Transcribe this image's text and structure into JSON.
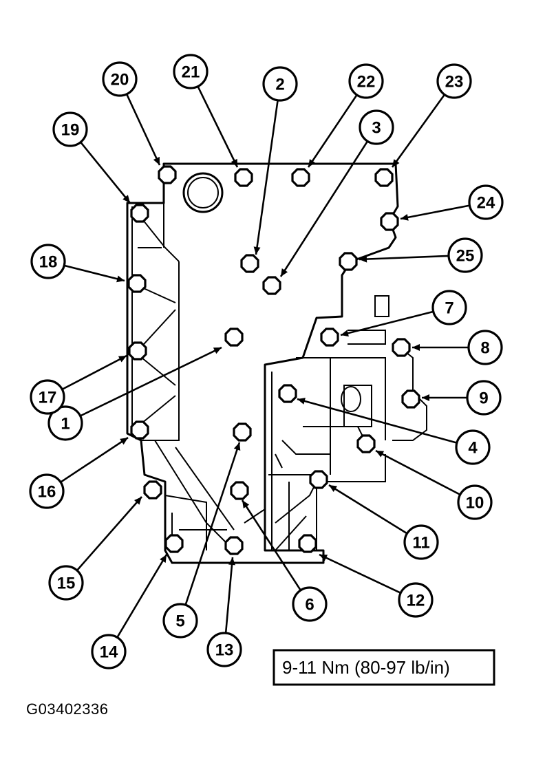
{
  "torque_spec": "9-11 Nm (80-97 lb/in)",
  "figure_id": "G03402336",
  "callouts": [
    {
      "label": "1"
    },
    {
      "label": "2"
    },
    {
      "label": "3"
    },
    {
      "label": "4"
    },
    {
      "label": "5"
    },
    {
      "label": "6"
    },
    {
      "label": "7"
    },
    {
      "label": "8"
    },
    {
      "label": "9"
    },
    {
      "label": "10"
    },
    {
      "label": "11"
    },
    {
      "label": "12"
    },
    {
      "label": "13"
    },
    {
      "label": "14"
    },
    {
      "label": "15"
    },
    {
      "label": "16"
    },
    {
      "label": "17"
    },
    {
      "label": "18"
    },
    {
      "label": "19"
    },
    {
      "label": "20"
    },
    {
      "label": "21"
    },
    {
      "label": "22"
    },
    {
      "label": "23"
    },
    {
      "label": "24"
    },
    {
      "label": "25"
    }
  ],
  "colors": {
    "ink": "#000000",
    "paper": "#ffffff"
  }
}
